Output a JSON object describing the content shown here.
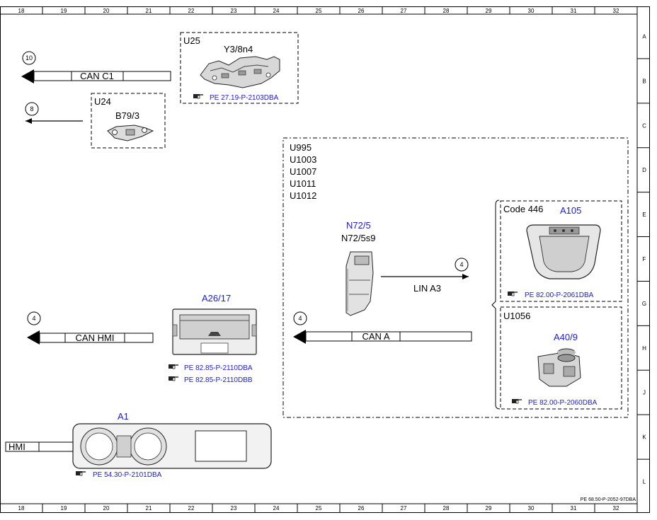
{
  "ruler": {
    "columns": [
      "18",
      "19",
      "20",
      "21",
      "22",
      "23",
      "24",
      "25",
      "26",
      "27",
      "28",
      "29",
      "30",
      "31",
      "32"
    ],
    "rows": [
      "A",
      "B",
      "C",
      "D",
      "E",
      "F",
      "G",
      "H",
      "J",
      "K",
      "L"
    ]
  },
  "footer_ref": "PE 68.50-P-2052-97DBA",
  "colors": {
    "link_blue": "#1a1ae0",
    "line": "#000000"
  },
  "components": {
    "u25": {
      "group": "U25",
      "name": "Y3/8n4",
      "ref": "PE 27.19-P-2103DBA",
      "connector": "10",
      "bus": "CAN C1"
    },
    "u24": {
      "group": "U24",
      "name": "B79/3",
      "connector": "8"
    },
    "code_group": {
      "lines": [
        "U995",
        "U1003",
        "U1007",
        "U1011",
        "U1012"
      ]
    },
    "n72": {
      "name_blue": "N72/5",
      "name": "N72/5s9"
    },
    "lin": {
      "connector": "4",
      "bus": "LIN A3"
    },
    "a105": {
      "code": "Code 446",
      "name": "A105",
      "ref": "PE 82.00-P-2061DBA"
    },
    "a40": {
      "group": "U1056",
      "name": "A40/9",
      "ref": "PE 82.00-P-2060DBA"
    },
    "can_a": {
      "connector": "4",
      "bus": "CAN A"
    },
    "a26": {
      "name": "A26/17",
      "ref1": "PE 82.85-P-2110DBA",
      "ref2": "PE 82.85-P-2110DBB",
      "connector": "4",
      "bus": "CAN HMI"
    },
    "a1": {
      "name": "A1",
      "ref": "PE 54.30-P-2101DBA",
      "bus": "HMI"
    }
  },
  "icons": [
    "pointing-hand-icon"
  ]
}
